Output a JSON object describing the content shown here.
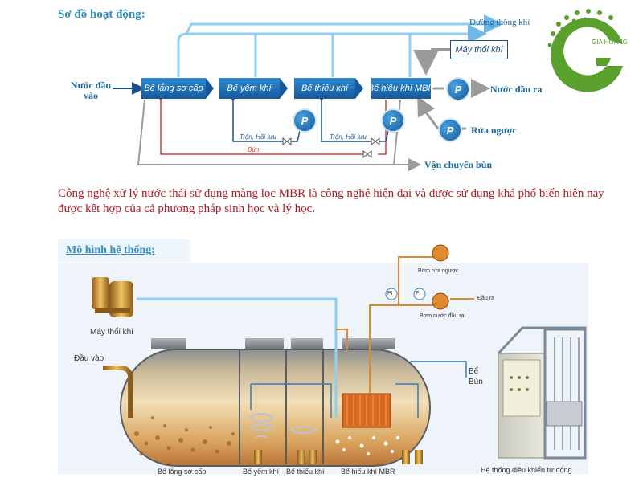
{
  "flow": {
    "heading": "Sơ đồ hoạt động:",
    "inlet": "Nước đầu vào",
    "boxes": [
      "Bể lắng sơ cấp",
      "Bể yếm khí",
      "Bể thiếu khí",
      "Bể hiếu khí MBR"
    ],
    "outlet": "Nước đầu ra",
    "air_line": "Đường thông khí",
    "blower": "Máy thổi khí",
    "backwash": "Rửa ngược",
    "sludge_transport": "Vận chuyển bùn",
    "mix_return_1": "Trộn, Hồi lưu",
    "mix_return_2": "Trộn, Hồi lưu",
    "sludge": "Bùn",
    "pump_symbol": "P"
  },
  "description": "Công nghệ xử lý nước thải sử dụng màng lọc MBR là công nghệ hiện đại và được sử dụng khá phổ biến hiện nay được kết hợp của cả phương pháp sinh học và lý học.",
  "logo": {
    "text": "GIA HOANG",
    "color": "#5aa02c"
  },
  "system": {
    "heading": "Mô hình hệ thống:",
    "blower": "Máy thổi khí",
    "inlet": "Đầu vào",
    "backwash_pump": "Bơm rửa ngược",
    "outlet": "Đầu ra",
    "outlet_pump": "Bơm nước đầu ra",
    "sludge_tank": "Bể Bùn",
    "tank1": "Bể lắng sơ cấp",
    "tank2": "Bể yếm khí",
    "tank3": "Bể thiếu khí",
    "tank4": "Bể hiếu khí MBR",
    "control": "Hệ thống điều khiển tự động",
    "gauge": "PI"
  }
}
